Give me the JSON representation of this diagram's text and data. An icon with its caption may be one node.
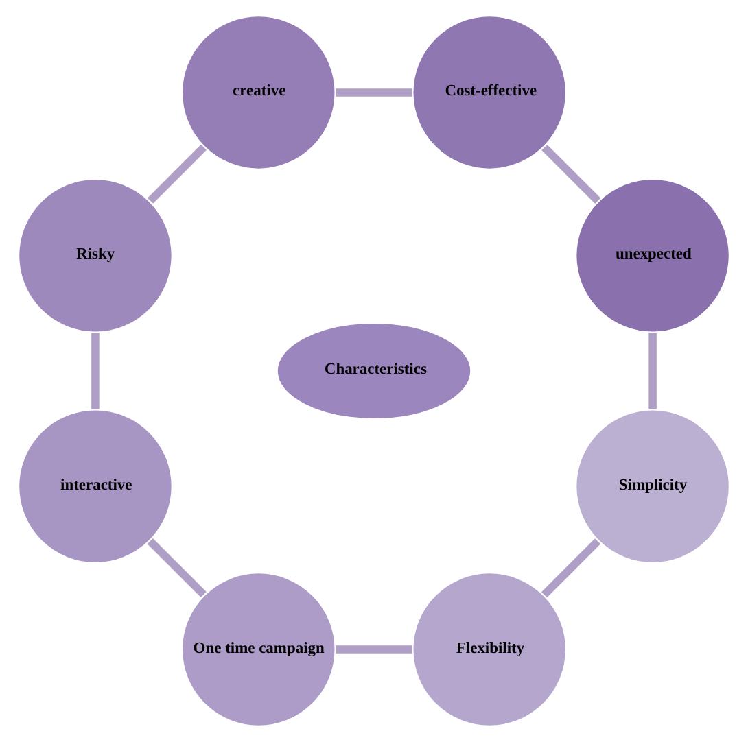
{
  "diagram": {
    "nodes": [
      {
        "text": [
          "Characteristics"
        ]
      },
      {
        "text": [
          "unexpected"
        ]
      },
      {
        "text": [
          "Cost-effective"
        ]
      },
      {
        "text": [
          "creative"
        ]
      },
      {
        "text": [
          "Risky"
        ]
      },
      {
        "text": [
          "interactive"
        ]
      },
      {
        "text": [
          "One time campaign"
        ]
      },
      {
        "text": [
          "Flexibility"
        ]
      },
      {
        "text": [
          "Simplicity"
        ]
      }
    ],
    "edges": [
      {
        "from": 1,
        "to": 2,
        "arrow": "none"
      },
      {
        "from": 2,
        "to": 3,
        "arrow": "none"
      },
      {
        "from": 3,
        "to": 4,
        "arrow": "none"
      },
      {
        "from": 4,
        "to": 5,
        "arrow": "none"
      },
      {
        "from": 5,
        "to": 6,
        "arrow": "none"
      },
      {
        "from": 6,
        "to": 7,
        "arrow": "none"
      },
      {
        "from": 7,
        "to": 8,
        "arrow": "none"
      },
      {
        "from": 8,
        "to": 1,
        "arrow": "none"
      }
    ]
  }
}
